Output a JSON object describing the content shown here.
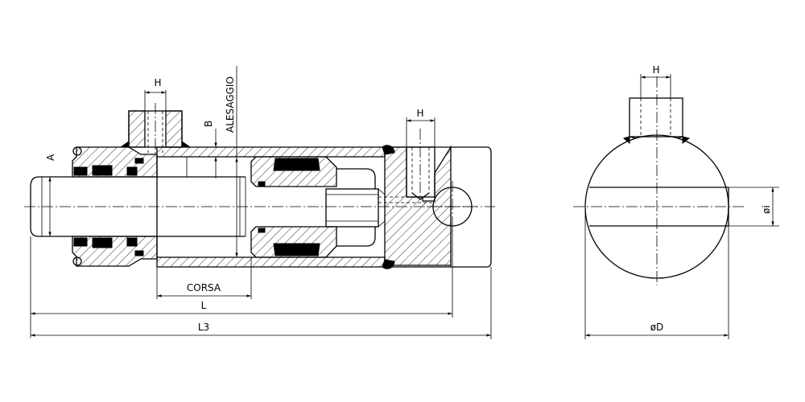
{
  "labels": {
    "h_port_left": "H",
    "h_port_right": "H",
    "h_side_view": "H",
    "bore": "ALESAGGIO",
    "b": "B",
    "a": "A",
    "stroke": "CORSA",
    "length_l": "L",
    "length_l3": "L3",
    "diameter_d": "øD",
    "diameter_i": "øi"
  },
  "colors": {
    "line": "#000000",
    "background": "#ffffff"
  }
}
